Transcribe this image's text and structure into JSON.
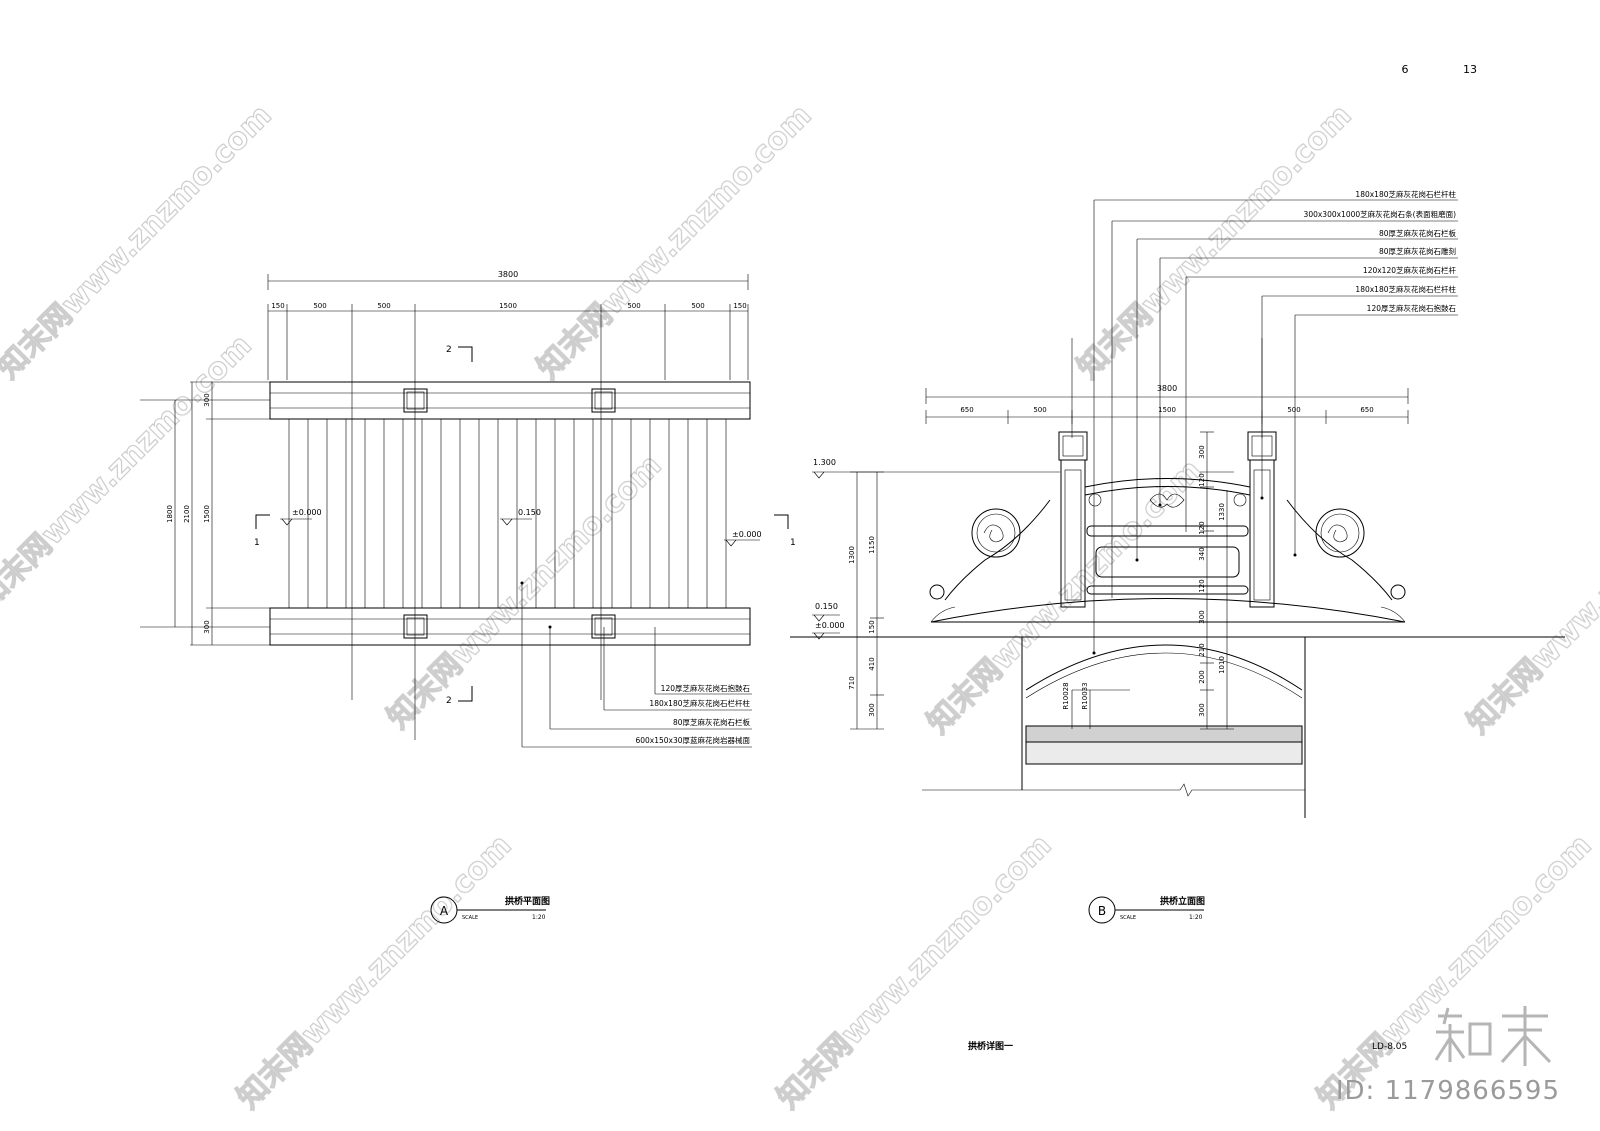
{
  "sheet": {
    "page_no": "6",
    "page_total": "13",
    "title": "拱桥详图一",
    "number": "LD-8.05"
  },
  "plan": {
    "badge": "A",
    "title": "拱桥平面图",
    "scale_label": "SCALE",
    "scale": "1:20",
    "overall_width": "3800",
    "segments": [
      "150",
      "500",
      "500",
      "1500",
      "500",
      "500",
      "150"
    ],
    "vertical_outer": "1800",
    "vertical_total": "2100",
    "vertical_parts": [
      "300",
      "1500",
      "300"
    ],
    "section_1": "1",
    "section_2": "2",
    "elev_left": "±0.000",
    "elev_mid": "0.150",
    "elev_right": "±0.000",
    "notes": [
      "120厚芝麻灰花岗石抱鼓石",
      "180x180芝麻灰花岗石栏杆柱",
      "80厚芝麻灰花岗石栏板",
      "600x150x30厚蓝麻花岗岩器械面"
    ]
  },
  "elevation": {
    "badge": "B",
    "title": "拱桥立面图",
    "scale_label": "SCALE",
    "scale": "1:20",
    "overall_width": "3800",
    "segments": [
      "650",
      "500",
      "1500",
      "500",
      "650"
    ],
    "elev_top": "1.300",
    "elev_deck": "0.150",
    "elev_ground": "±0.000",
    "left_dims": [
      "1300",
      "1150",
      "150",
      "410",
      "300",
      "710"
    ],
    "inner_dims": [
      "300",
      "120",
      "1330",
      "120",
      "340",
      "120",
      "300",
      "210",
      "200",
      "300",
      "1010"
    ],
    "radius_1": "R10033",
    "radius_2": "R10028",
    "notes": [
      "180x180芝麻灰花岗石栏杆柱",
      "300x300x1000芝麻灰花岗石条(表面粗磨面)",
      "80厚芝麻灰花岗石栏板",
      "80厚芝麻灰花岗石雕刻",
      "120x120芝麻灰花岗石栏杆",
      "180x180芝麻灰花岗石栏杆柱",
      "120厚芝麻灰花岗石抱鼓石"
    ]
  },
  "watermark": {
    "text": "知末网www.znzmo.com",
    "brand": "知末",
    "id": "ID: 1179866595"
  }
}
